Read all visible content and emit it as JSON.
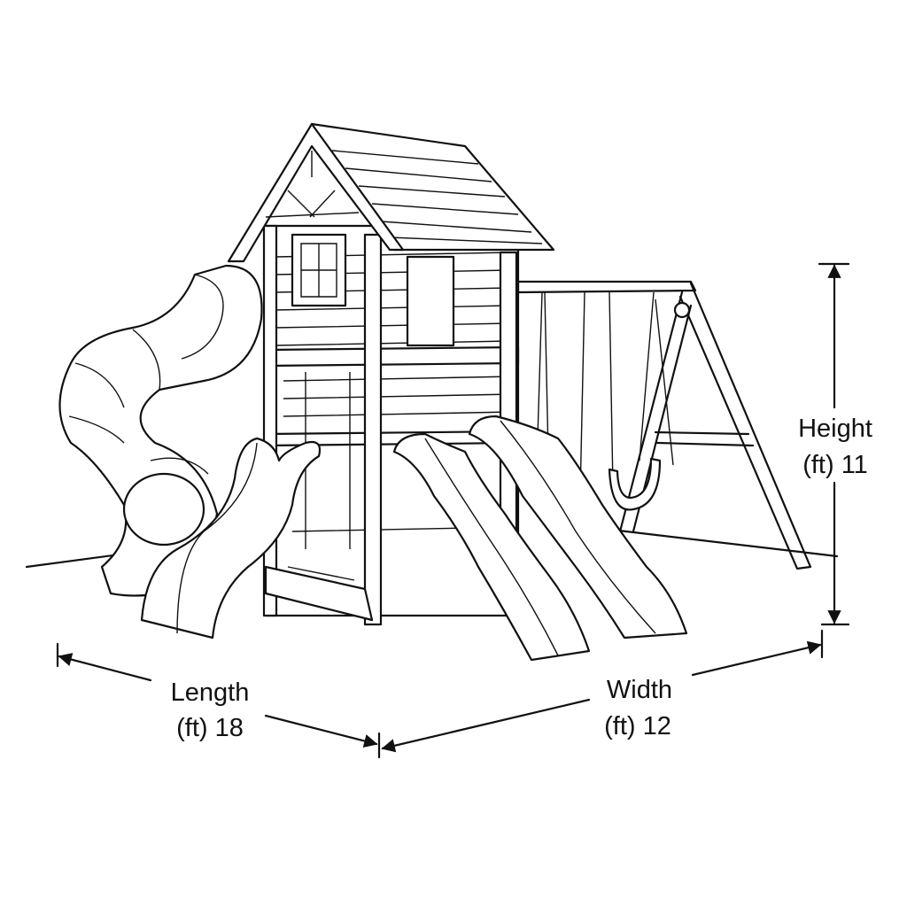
{
  "dimensions": {
    "height": {
      "label": "Height",
      "value": "(ft) 11"
    },
    "length": {
      "label": "Length",
      "value": "(ft) 18"
    },
    "width": {
      "label": "Width",
      "value": "(ft) 12"
    }
  },
  "colors": {
    "line": "#111111",
    "background": "#ffffff"
  }
}
